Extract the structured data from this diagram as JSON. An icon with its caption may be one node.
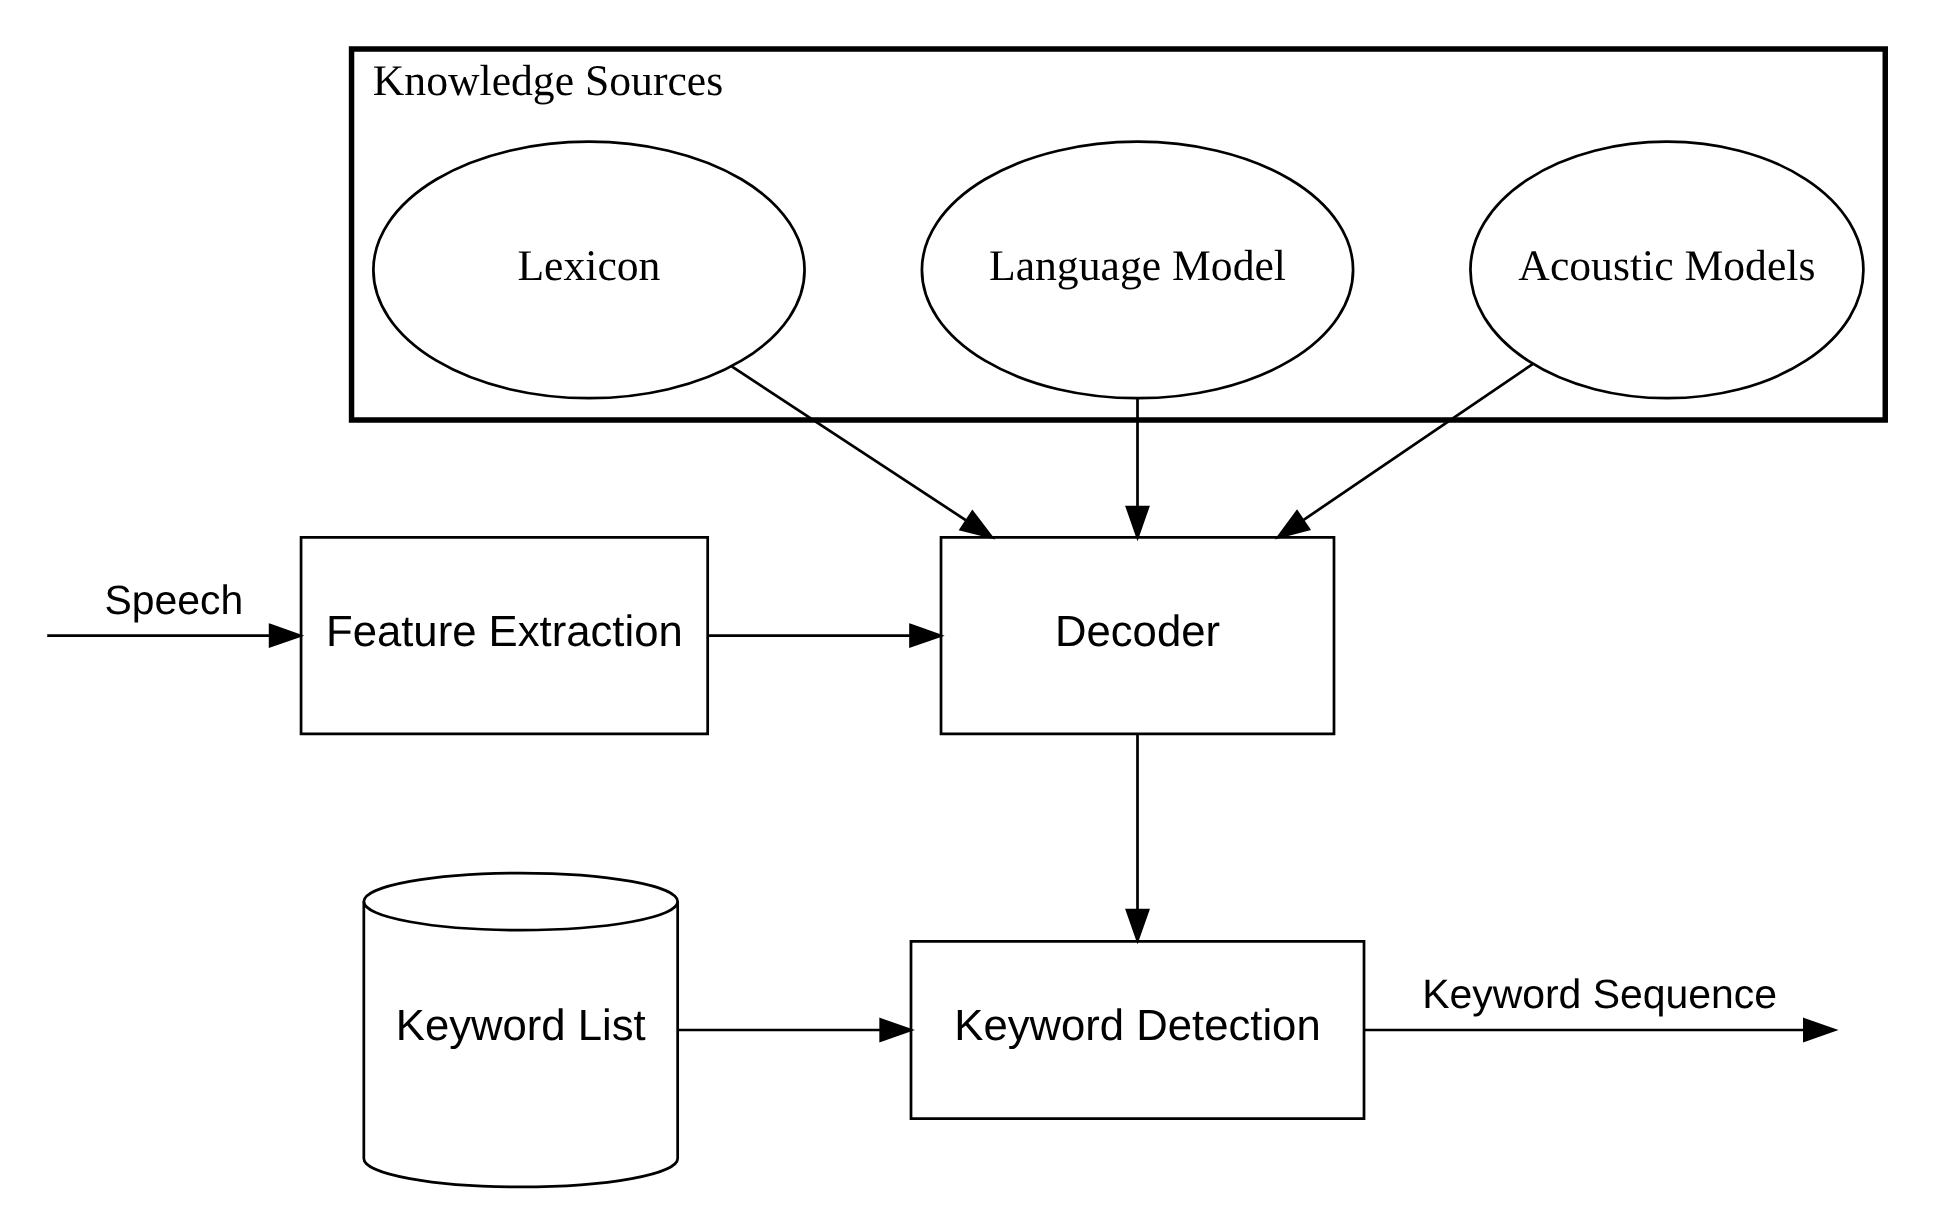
{
  "diagram": {
    "nodes": [
      {
        "text": [
          "Knowledge Sources"
        ]
      },
      {
        "text": [
          "Lexicon"
        ],
        "in": 0
      },
      {
        "text": [
          "Language Model"
        ],
        "in": 0
      },
      {
        "text": [
          "Acoustic Models"
        ],
        "in": 0
      },
      {
        "text": [
          "Feature Extraction"
        ]
      },
      {
        "text": [
          "Decoder"
        ]
      },
      {
        "text": [
          "Keyword List"
        ]
      },
      {
        "text": [
          "Keyword Detection"
        ]
      }
    ],
    "edges": [
      {
        "from": 1,
        "to": 5,
        "arrow": "to"
      },
      {
        "from": 2,
        "to": 5,
        "arrow": "to"
      },
      {
        "from": 3,
        "to": 5,
        "arrow": "to"
      },
      {
        "from": null,
        "to": 4,
        "arrow": "to",
        "label": "Speech"
      },
      {
        "from": 4,
        "to": 5,
        "arrow": "to"
      },
      {
        "from": 5,
        "to": 7,
        "arrow": "to"
      },
      {
        "from": 6,
        "to": 7,
        "arrow": "to"
      },
      {
        "from": 7,
        "to": null,
        "arrow": "to",
        "label": "Keyword Sequence"
      }
    ]
  }
}
